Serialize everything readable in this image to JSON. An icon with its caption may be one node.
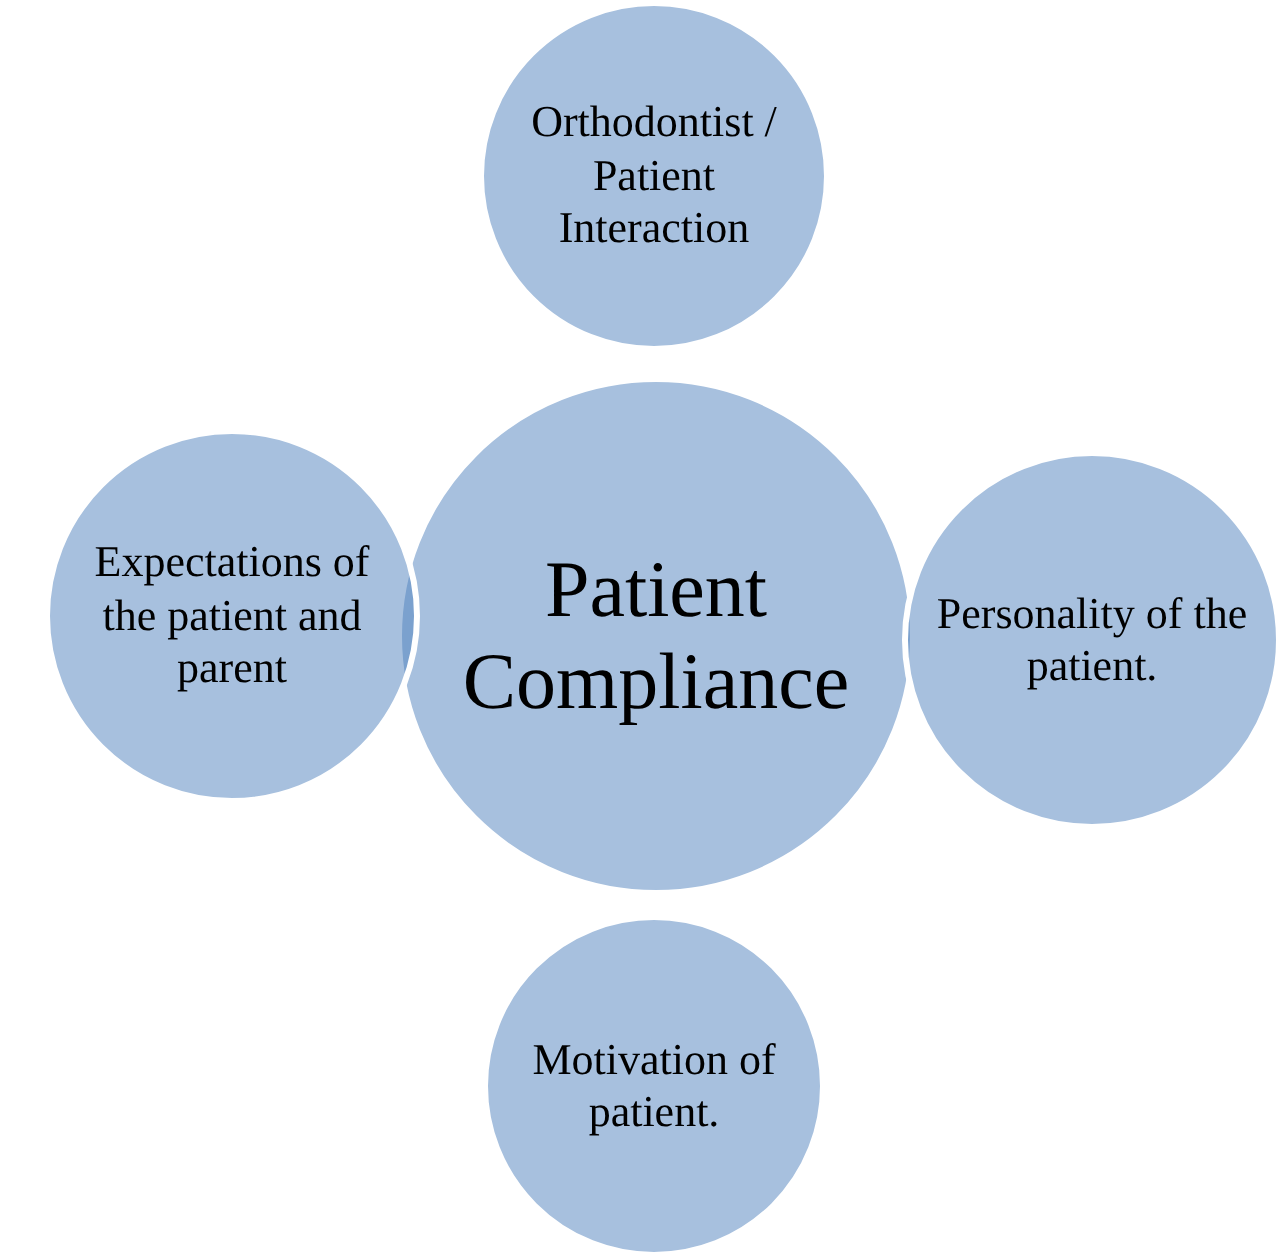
{
  "diagram": {
    "nodes": [
      {
        "text": [
          "Orthodontist / Patient Interaction"
        ]
      },
      {
        "text": [
          "Expectations of the patient and parent"
        ]
      },
      {
        "text": [
          "Patient Compliance"
        ]
      },
      {
        "text": [
          "Personality of the patient."
        ]
      },
      {
        "text": [
          "Motivation of patient."
        ]
      }
    ]
  }
}
